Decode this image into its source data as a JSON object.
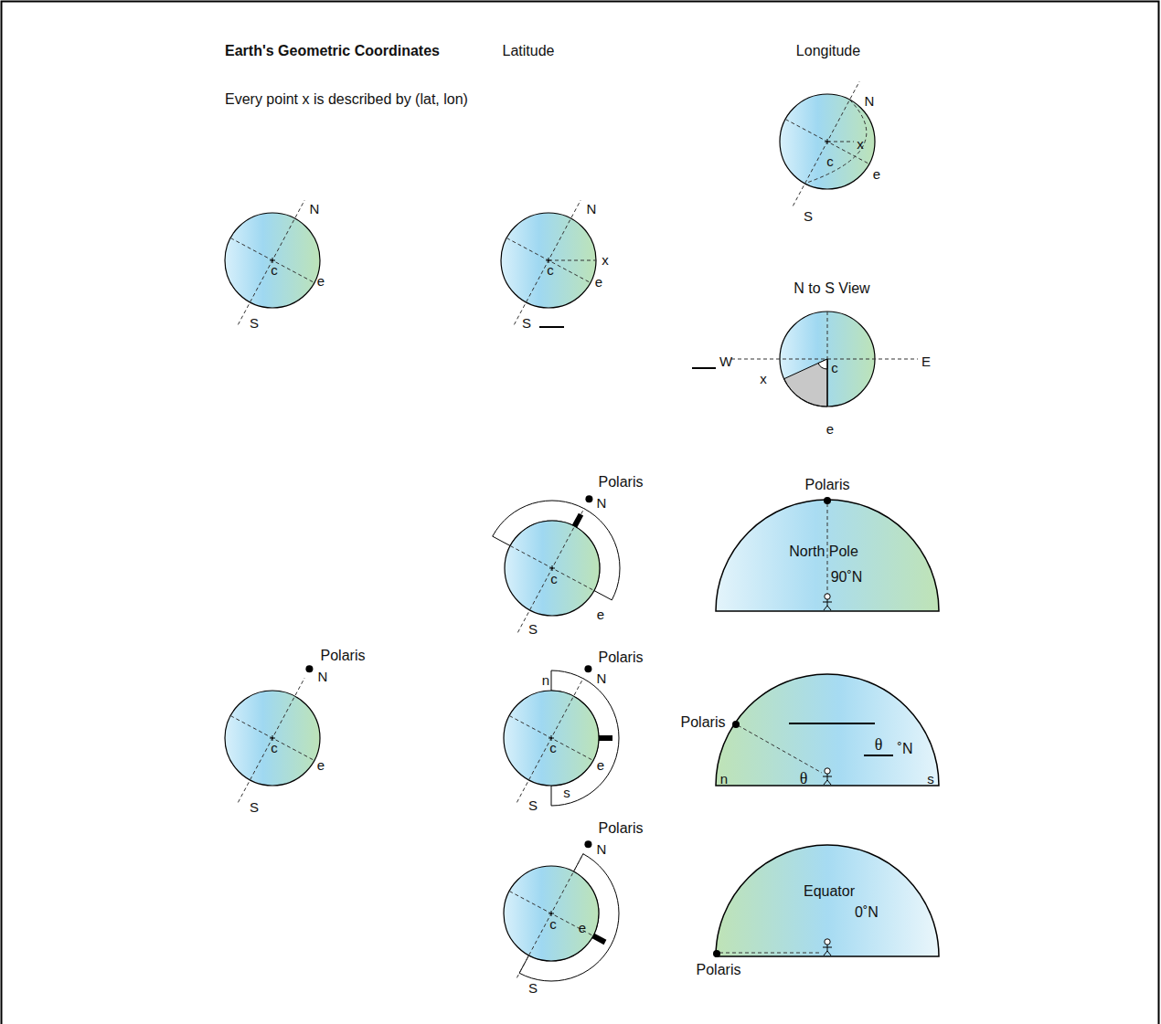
{
  "diagram": {
    "title": "Earth's Geometric Coordinates",
    "labels": [
      "Latitude",
      "Longitude",
      "Every point x is described by (lat, lon)",
      "N",
      "c",
      "x",
      "e",
      "S",
      "N",
      "c",
      "e",
      "S",
      "N",
      "c",
      "x",
      "e",
      "S",
      "N to S View",
      "W",
      "c",
      "E",
      "x",
      "e",
      "Polaris",
      "N",
      "c",
      "e",
      "S",
      "Polaris",
      "North Pole",
      "90˚N",
      "Polaris",
      "N",
      "c",
      "e",
      "S",
      "Polaris",
      "n",
      "N",
      "c",
      "e",
      "s",
      "S",
      "Polaris",
      "n",
      "θ",
      "θ",
      "˚N",
      "s",
      "Polaris",
      "N",
      "c",
      "e",
      "S",
      "Equator",
      "0˚N",
      "Polaris"
    ]
  }
}
